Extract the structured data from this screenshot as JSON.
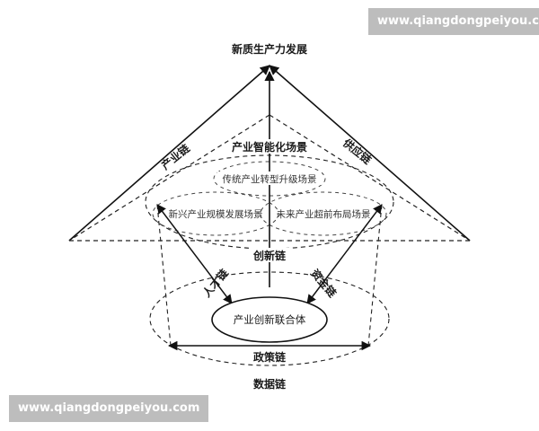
{
  "watermark_top": "www.qiangdongpeiyou.com",
  "watermark_bottom": "www.qiangdongpeiyou.com",
  "labels": {
    "apex": "新质生产力发展",
    "industry_chain": "产业链",
    "supply_chain": "供应链",
    "smart_scene": "产业智能化场景",
    "traditional": "传统产业转型升级场景",
    "emerging": "新兴产业规模发展场景",
    "future": "未来产业超前布局场景",
    "innovation_chain": "创新链",
    "talent_chain": "人才链",
    "capital_chain": "资金链",
    "consortium": "产业创新联合体",
    "policy_chain": "政策链",
    "data_chain": "数据链"
  }
}
